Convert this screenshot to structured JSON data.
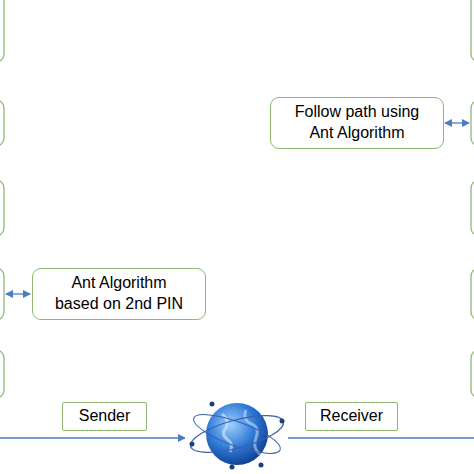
{
  "diagram": {
    "nodes": [
      {
        "text": [
          "Follow path using Ant Algorithm"
        ]
      },
      {
        "text": [
          "Ant Algorithm based on 2nd PIN"
        ]
      },
      {
        "text": [
          "Sender"
        ]
      },
      {
        "text": [
          "Receiver"
        ]
      }
    ]
  }
}
